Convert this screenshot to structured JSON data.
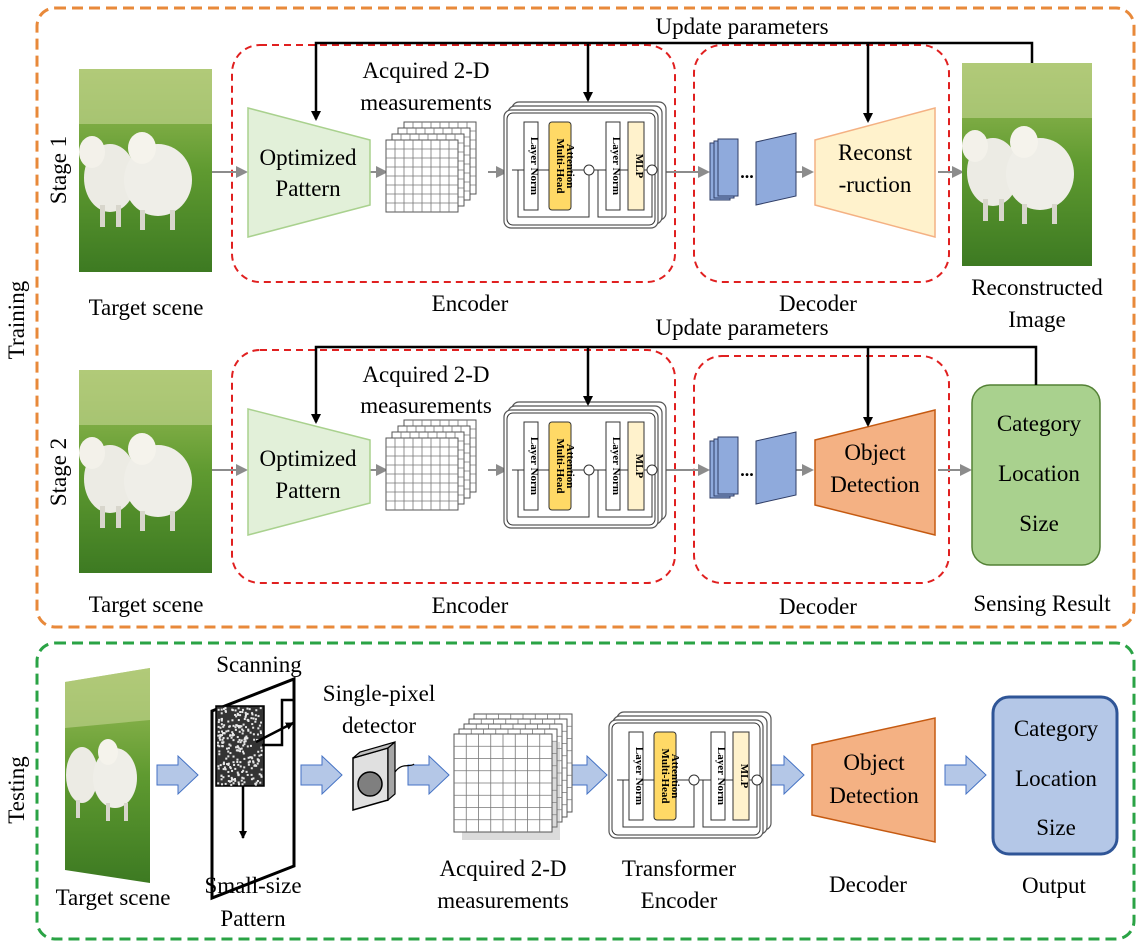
{
  "sections": {
    "training_label": "Training",
    "testing_label": "Testing"
  },
  "stage1": {
    "stage_label": "Stage 1",
    "update_label": "Update parameters",
    "scene_label": "Target scene",
    "pattern_line1": "Optimized",
    "pattern_line2": "Pattern",
    "meas_line1": "Acquired 2-D",
    "meas_line2": "measurements",
    "encoder_label": "Encoder",
    "decoder_label": "Decoder",
    "head_line1": "Reconst",
    "head_line2": "-ruction",
    "output_line1": "Reconstructed",
    "output_line2": "Image"
  },
  "stage2": {
    "stage_label": "Stage 2",
    "update_label": "Update parameters",
    "scene_label": "Target scene",
    "pattern_line1": "Optimized",
    "pattern_line2": "Pattern",
    "meas_line1": "Acquired 2-D",
    "meas_line2": "measurements",
    "encoder_label": "Encoder",
    "decoder_label": "Decoder",
    "head_line1": "Object",
    "head_line2": "Detection",
    "result_items": [
      "Category",
      "Location",
      "Size"
    ],
    "result_label": "Sensing Result"
  },
  "transformer_block": {
    "layer_norm": "Layer Norm",
    "attention_line1": "Multi-Head",
    "attention_line2": "Attention",
    "mlp": "MLP",
    "dots": "..."
  },
  "testing": {
    "scene_label": "Target scene",
    "scanning_label": "Scanning",
    "pattern_line1": "Small-size",
    "pattern_line2": "Pattern",
    "detector_line1": "Single-pixel",
    "detector_line2": "detector",
    "meas_line1": "Acquired 2-D",
    "meas_line2": "measurements",
    "encoder_line1": "Transformer",
    "encoder_line2": "Encoder",
    "head_line1": "Object",
    "head_line2": "Detection",
    "decoder_label": "Decoder",
    "result_items": [
      "Category",
      "Location",
      "Size"
    ],
    "output_label": "Output"
  },
  "colors": {
    "training_border": "#e8893a",
    "testing_border": "#2aa345",
    "module_border": "#e02020",
    "pattern_fill": "#e2f0d9",
    "reconstruction_fill": "#fff2cc",
    "detection_fill": "#f4b183",
    "result_fill": "#a9d18e",
    "output_fill": "#b4c7e7",
    "attention_fill": "#ffd966",
    "mlp_fill": "#fff2cc",
    "arrow_fill": "#b4c7e7"
  }
}
